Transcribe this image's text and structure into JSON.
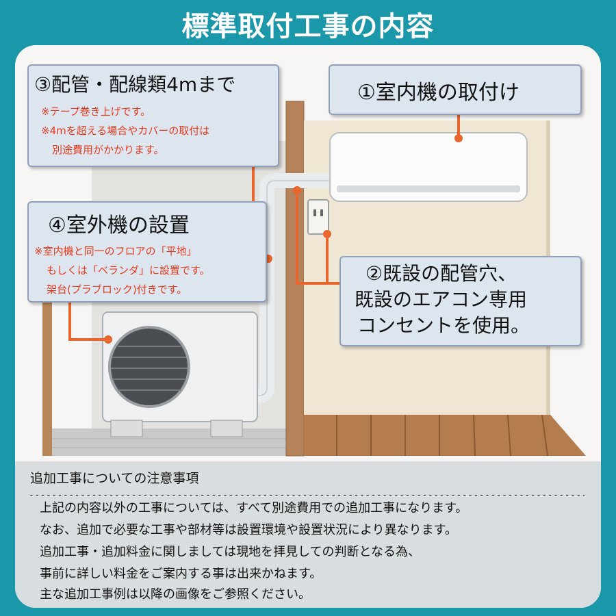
{
  "title": "標準取付工事の内容",
  "callouts": {
    "indoor": {
      "heading": "①室内機の取付け"
    },
    "pipe_hole": {
      "heading_line1": "②既設の配管穴、",
      "heading_line2": "既設のエアコン専用",
      "heading_line3": "コンセントを使用。"
    },
    "piping": {
      "heading": "③配管・配線類4mまで",
      "note1": "※テープ巻き上げです。",
      "note2": "※4mを超える場合やカバーの取付は",
      "note3": "別途費用がかかります。"
    },
    "outdoor": {
      "heading": "④室外機の設置",
      "note1": "※室内機と同一のフロアの「平地」",
      "note2": "もしくは「ベランダ」に設置です。",
      "note3": "架台(プラブロック)付きです。"
    }
  },
  "notice": {
    "title": "追加工事についての注意事項",
    "divider": "----------------------------------------------------------------------------------------------------------------------------",
    "lines": [
      "上記の内容以外の工事については、すべて別途費用での追加工事になります。",
      "なお、追加で必要な工事や部材等は設置環境や設置状況により異なります。",
      "追加工事・追加料金に関しましては現地を拝見しての判断となる為、",
      "事前に詳しい料金をご案内する事は出来かねます。",
      "主な追加工事例は以降の画像をご参照ください。"
    ]
  },
  "colors": {
    "background": "#1a97a8",
    "accent_line": "#e8672e",
    "note_text": "#e53a1e",
    "callout_fill": "#dde5ef"
  }
}
